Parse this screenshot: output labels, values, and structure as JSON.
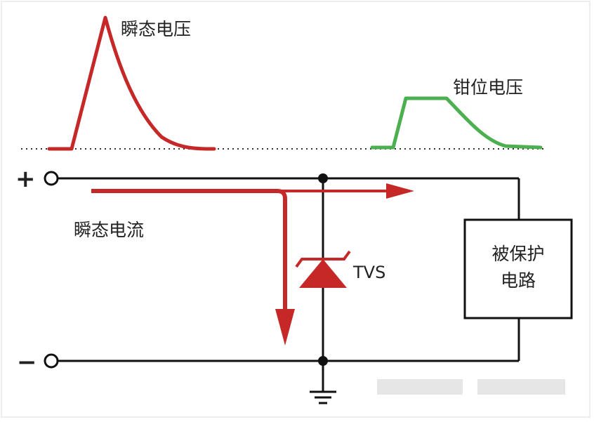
{
  "labels": {
    "transient_voltage": "瞬态电压",
    "clamp_voltage": "钳位电压",
    "transient_current": "瞬态电流",
    "tvs": "TVS",
    "protected_circuit_line1": "被保护",
    "protected_circuit_line2": "电路",
    "plus": "+",
    "minus": "−"
  },
  "colors": {
    "transient": "#c62828",
    "clamp": "#4caf50",
    "wire": "#111111",
    "tvs_diode": "#c62828",
    "box_border": "#111111"
  }
}
